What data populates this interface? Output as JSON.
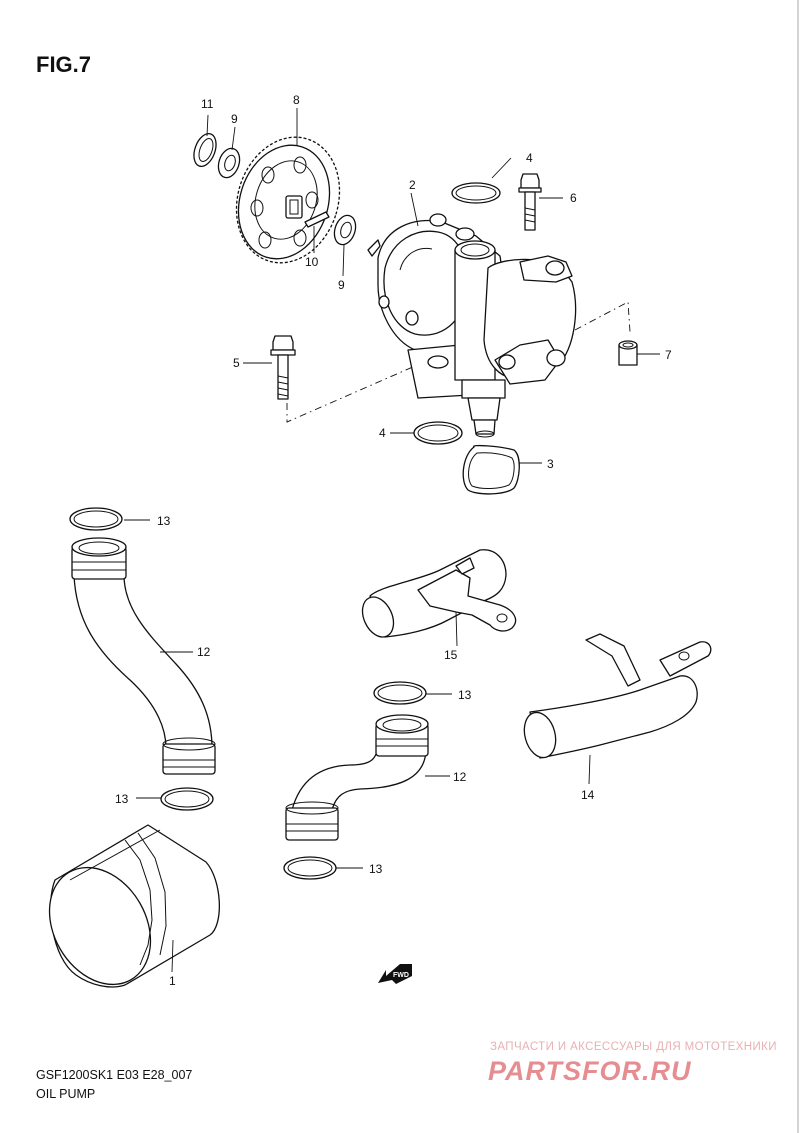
{
  "figure": {
    "title": "FIG.7",
    "model_code": "GSF1200SK1 E03 E28_007",
    "section_name": "OIL PUMP"
  },
  "direction_badge": {
    "label": "FWD"
  },
  "callouts": {
    "c1": "1",
    "c2": "2",
    "c3": "3",
    "c4a": "4",
    "c4b": "4",
    "c5": "5",
    "c6": "6",
    "c7": "7",
    "c8": "8",
    "c9a": "9",
    "c9b": "9",
    "c10": "10",
    "c11": "11",
    "c12a": "12",
    "c12b": "12",
    "c13a": "13",
    "c13b": "13",
    "c13c": "13",
    "c13d": "13",
    "c14": "14",
    "c15": "15"
  },
  "watermark": {
    "tagline": "ЗАПЧАСТИ И АКСЕССУАРЫ ДЛЯ МОТОТЕХНИКИ",
    "brand": "PARTSFOR.RU"
  },
  "colors": {
    "ink": "#111111",
    "watermark": "#e27a80",
    "background": "#ffffff"
  }
}
